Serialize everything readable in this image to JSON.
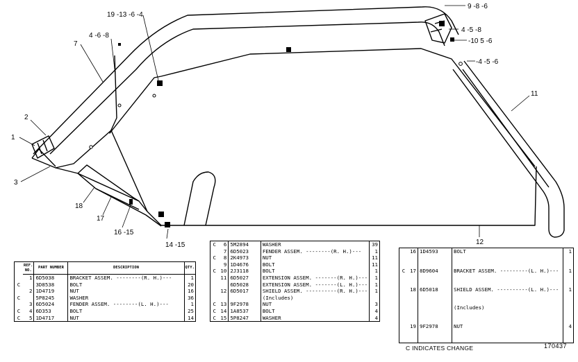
{
  "callouts": {
    "c_1": "1",
    "c_2": "2",
    "c_3": "3",
    "c_7": "7",
    "c_4_6_8": "4 -6 -8",
    "c_19_13_6_4": "19 -13 -6 -4",
    "c_9_8_6": "9 -8 -6",
    "c_4_5_8": "4 -5 -8",
    "c_10_5_6": "-10 5 -6",
    "c_4_5_6": "-4 -5 -6",
    "c_11": "11",
    "c_12": "12",
    "c_18": "18",
    "c_17": "17",
    "c_16_15": "16 -15",
    "c_14_15": "14 -15"
  },
  "table1": {
    "headers": {
      "ref": "REF. NO.",
      "part": "PART NUMBER",
      "desc": "DESCRIPTION",
      "qty": "QTY."
    },
    "rows": [
      {
        "chg": "",
        "ref": "1",
        "part": "6D5038",
        "desc": "BRACKET ASSEM. --------(R. H.)---",
        "qty": "1"
      },
      {
        "chg": "C",
        "ref": "",
        "part": "3D8538",
        "desc": "BOLT",
        "qty": "20"
      },
      {
        "chg": "",
        "ref": "2",
        "part": "1D4719",
        "desc": "NUT",
        "qty": "16"
      },
      {
        "chg": "C",
        "ref": "",
        "part": "5P8245",
        "desc": "WASHER",
        "qty": "36"
      },
      {
        "chg": "",
        "ref": "3",
        "part": "6D5024",
        "desc": "FENDER ASSEM. --------(L. H.)---",
        "qty": "1"
      },
      {
        "chg": "C",
        "ref": "4",
        "part": "6D353",
        "desc": "BOLT",
        "qty": "25"
      },
      {
        "chg": "C",
        "ref": "5",
        "part": "1D4717",
        "desc": "NUT",
        "qty": "14"
      }
    ]
  },
  "table2": {
    "rows": [
      {
        "chg": "C",
        "ref": "6",
        "part": "5M2894",
        "desc": "WASHER",
        "qty": "39"
      },
      {
        "chg": "",
        "ref": "7",
        "part": "6D5023",
        "desc": "FENDER ASSEM. --------(R. H.)---",
        "qty": "1"
      },
      {
        "chg": "C",
        "ref": "8",
        "part": "2K4973",
        "desc": "NUT",
        "qty": "11"
      },
      {
        "chg": "",
        "ref": "9",
        "part": "1D4676",
        "desc": "BOLT",
        "qty": "11"
      },
      {
        "chg": "C",
        "ref": "10",
        "part": "2J3118",
        "desc": "BOLT",
        "qty": "1"
      },
      {
        "chg": "",
        "ref": "11",
        "part": "6D5027",
        "desc": "EXTENSION ASSEM. -------(R. H.)---",
        "qty": "1"
      },
      {
        "chg": "",
        "ref": "",
        "part": "6D5028",
        "desc": "EXTENSION ASSEM. -------(L. H.)---",
        "qty": "1"
      },
      {
        "chg": "",
        "ref": "12",
        "part": "6D5017",
        "desc": "SHIELD ASSEM. ----------(R. H.)---",
        "qty": "1"
      },
      {
        "chg": "",
        "ref": "",
        "part": "",
        "desc": "(Includes)",
        "qty": ""
      },
      {
        "chg": "C",
        "ref": "13",
        "part": "9F2978",
        "desc": "NUT",
        "qty": "3"
      },
      {
        "chg": "C",
        "ref": "14",
        "part": "1A8537",
        "desc": "BOLT",
        "qty": "4"
      },
      {
        "chg": "C",
        "ref": "15",
        "part": "5P8247",
        "desc": "WASHER",
        "qty": "4"
      }
    ]
  },
  "table3": {
    "rows": [
      {
        "chg": "",
        "ref": "16",
        "part": "1D4593",
        "desc": "BOLT",
        "qty": "1"
      },
      {
        "chg": "C",
        "ref": "17",
        "part": "8D9604",
        "desc": "BRACKET ASSEM. ---------(L. H.)---",
        "qty": "1"
      },
      {
        "chg": "",
        "ref": "18",
        "part": "6D5018",
        "desc": "SHIELD ASSEM. ----------(L. H.)---",
        "qty": "1"
      },
      {
        "chg": "",
        "ref": "",
        "part": "",
        "desc": "(Includes)",
        "qty": ""
      },
      {
        "chg": "",
        "ref": "19",
        "part": "9F2978",
        "desc": "NUT",
        "qty": "4"
      }
    ]
  },
  "footer": {
    "note": "C INDICATES CHANGE",
    "plate": "170437"
  }
}
